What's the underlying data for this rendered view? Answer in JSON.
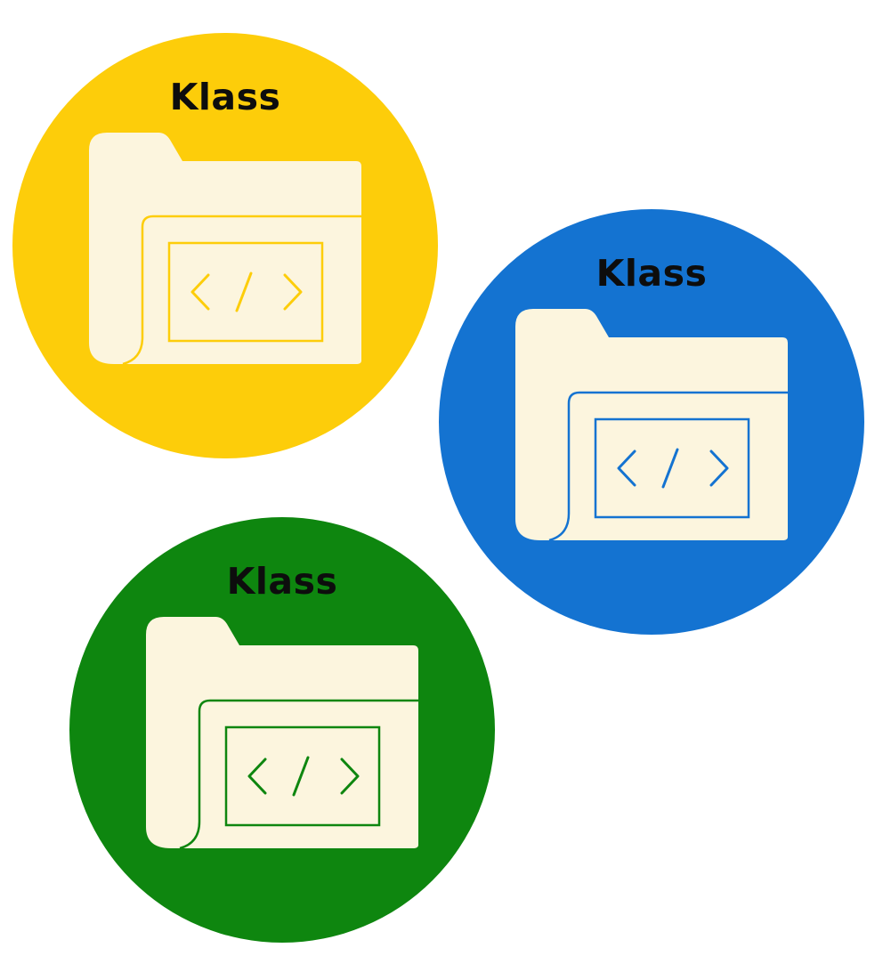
{
  "badges": [
    {
      "id": "yellow",
      "title": "Klass",
      "color": "#FDCD0A",
      "icon": "folder-code-icon"
    },
    {
      "id": "blue",
      "title": "Klass",
      "color": "#1473D1",
      "icon": "folder-code-icon"
    },
    {
      "id": "green",
      "title": "Klass",
      "color": "#0E860F",
      "icon": "folder-code-icon"
    }
  ],
  "colors": {
    "folder_fill": "#FCF5DE",
    "title_text": "#0D0D0D",
    "background": "#FFFFFF"
  }
}
